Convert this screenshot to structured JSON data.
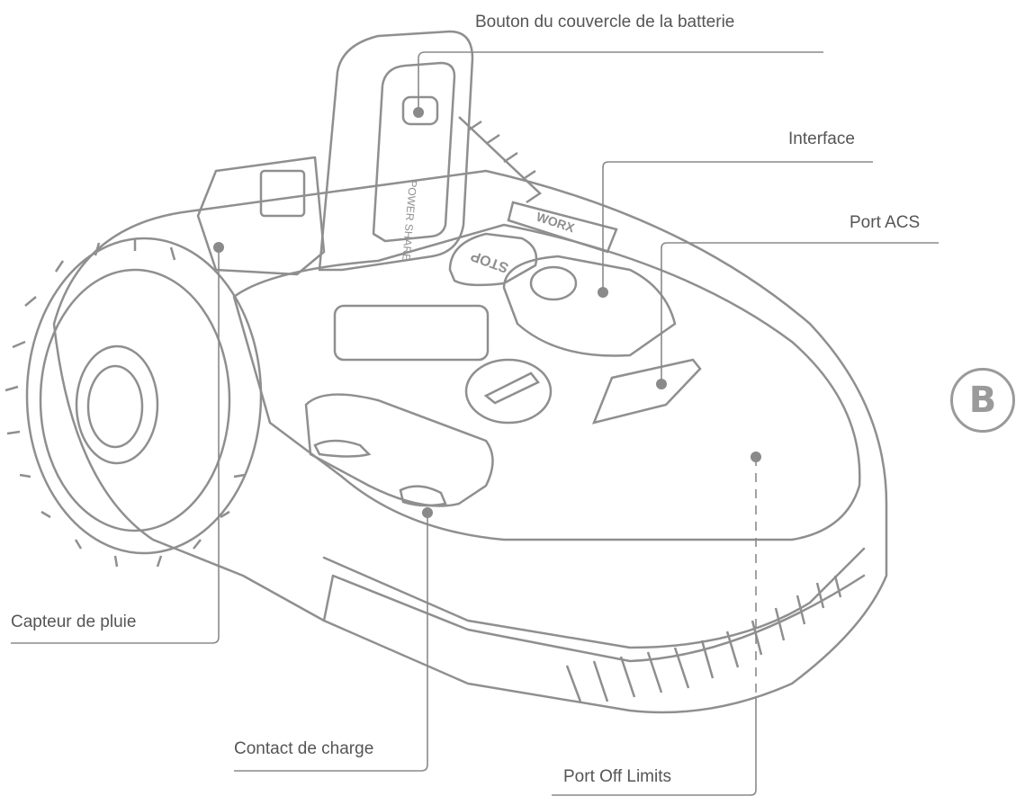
{
  "diagram": {
    "labels": {
      "battery_button": "Bouton du couvercle de la batterie",
      "interface": "Interface",
      "acs_port": "Port ACS",
      "rain_sensor": "Capteur de pluie",
      "charge_contact": "Contact de charge",
      "off_limits_port": "Port Off Limits"
    },
    "panel_letter": "B",
    "stop_text": "STOP",
    "brand_text": "WORX",
    "power_share_text": "POWER SHARE",
    "colors": {
      "outline": "#8f8f8f",
      "leader": "#8a8a8a",
      "text": "#555555",
      "badge": "#9a9a9a"
    }
  }
}
